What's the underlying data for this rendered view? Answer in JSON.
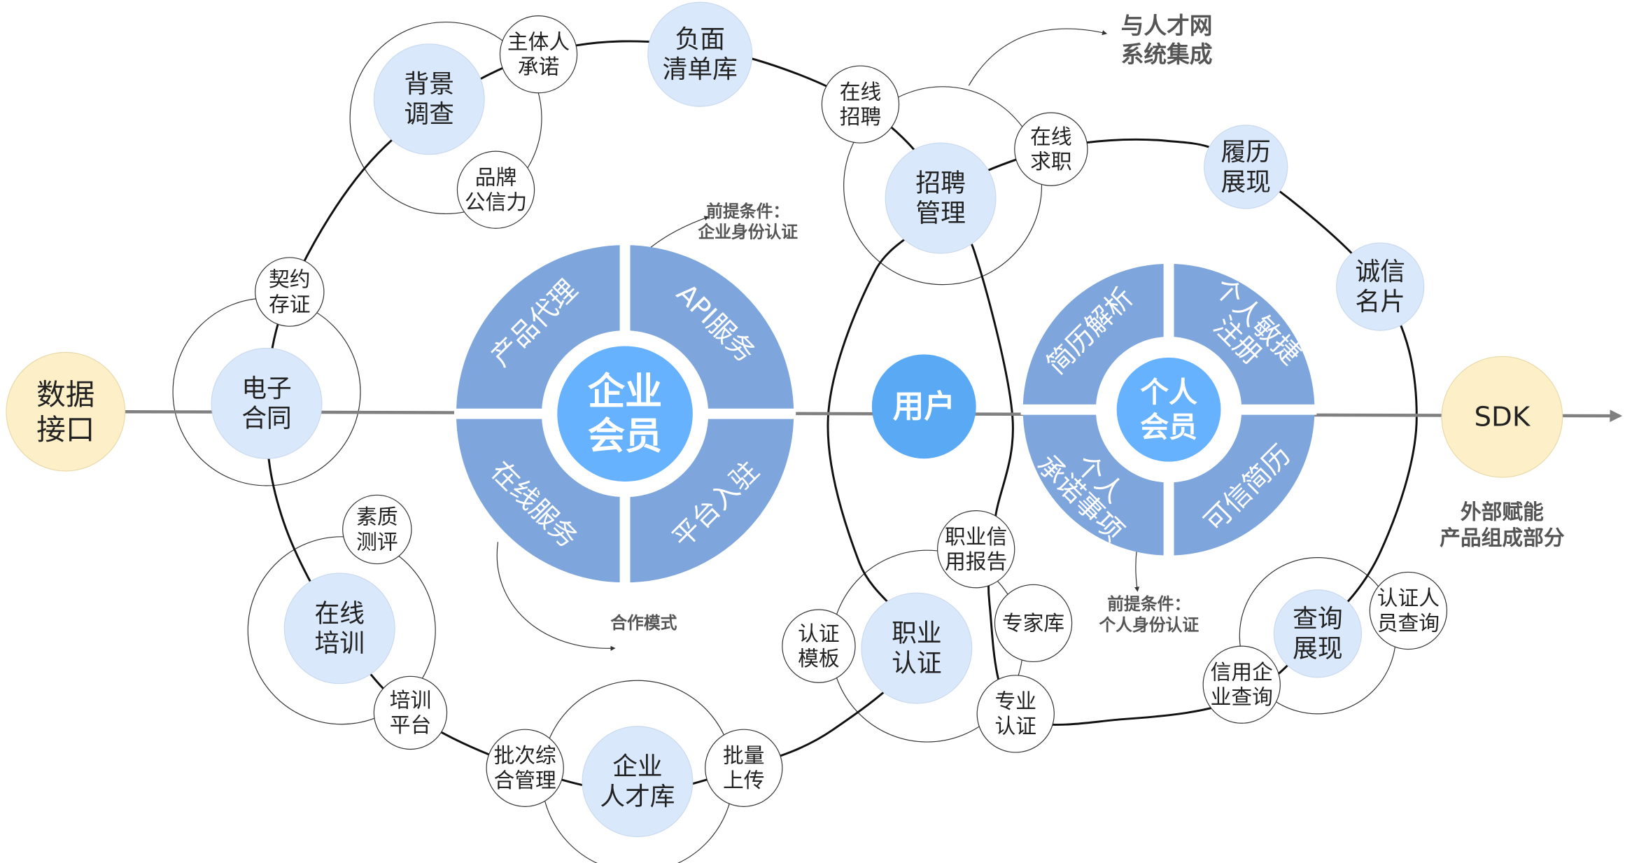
{
  "colors": {
    "node_fill": "#dae8fc",
    "ring_segment": "#7ea6dd",
    "center_fill": "#66b2ff",
    "endpoint_fill": "#fdf0c8",
    "axis_line": "#808080"
  },
  "endpoints": {
    "data_interface": [
      "数据",
      "接口"
    ],
    "sdk": [
      "SDK"
    ]
  },
  "enterprise": {
    "center": [
      "企业",
      "会员"
    ],
    "segments": {
      "top_left": [
        "产品代理"
      ],
      "top_right": [
        "API服务"
      ],
      "bottom_left": [
        "在线服务"
      ],
      "bottom_right": [
        "平台入驻"
      ]
    }
  },
  "user": [
    "用户"
  ],
  "personal": {
    "center": [
      "个人",
      "会员"
    ],
    "segments": {
      "top_left": [
        "简历解析"
      ],
      "top_right": [
        "个人敏捷",
        "注册"
      ],
      "bottom_left": [
        "个人",
        "承诺事项"
      ],
      "bottom_right": [
        "可信简历"
      ]
    }
  },
  "nodes": {
    "background_check": [
      "背景",
      "调查"
    ],
    "subject_commitment": [
      "主体人",
      "承诺"
    ],
    "brand_credibility": [
      "品牌",
      "公信力"
    ],
    "negative_list": [
      "负面",
      "清单库"
    ],
    "online_recruiting": [
      "在线",
      "招聘"
    ],
    "recruiting_mgmt": [
      "招聘",
      "管理"
    ],
    "online_job_search": [
      "在线",
      "求职"
    ],
    "resume_display": [
      "履历",
      "展现"
    ],
    "integrity_card": [
      "诚信",
      "名片"
    ],
    "contract_deposit": [
      "契约",
      "存证"
    ],
    "e_contract": [
      "电子",
      "合同"
    ],
    "quality_assessment": [
      "素质",
      "测评"
    ],
    "online_training": [
      "在线",
      "培训"
    ],
    "training_platform": [
      "培训",
      "平台"
    ],
    "batch_mgmt": [
      "批次综",
      "合管理"
    ],
    "talent_pool": [
      "企业",
      "人才库"
    ],
    "batch_upload": [
      "批量",
      "上传"
    ],
    "cert_template": [
      "认证",
      "模板"
    ],
    "vocational_cert": [
      "职业",
      "认证"
    ],
    "credit_report": [
      "职业信",
      "用报告"
    ],
    "expert_pool": [
      "专家库"
    ],
    "professional_cert": [
      "专业",
      "认证"
    ],
    "query_display": [
      "查询",
      "展现"
    ],
    "certified_person_query": [
      "认证人",
      "员查询"
    ],
    "credit_company_query": [
      "信用企",
      "业查询"
    ]
  },
  "notes": {
    "talent_net": [
      "与人才网",
      "系统集成"
    ],
    "enterprise_prereq": [
      "前提条件：",
      "企业身份认证"
    ],
    "cooperation": [
      "合作模式"
    ],
    "personal_prereq": [
      "前提条件：",
      "个人身份认证"
    ],
    "external": [
      "外部赋能",
      "产品组成部分"
    ]
  }
}
